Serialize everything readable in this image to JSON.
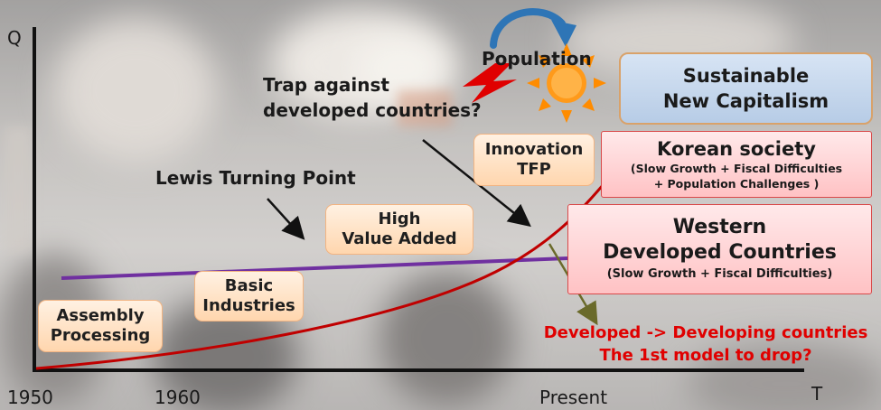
{
  "axes": {
    "y_label": "Q",
    "x_label": "T",
    "x_ticks": [
      "1950",
      "1960",
      "Present"
    ]
  },
  "stages": {
    "assembly": "Assembly\nProcessing",
    "basic": "Basic\nIndustries",
    "high_value": "High\nValue Added",
    "innovation": "Innovation\nTFP"
  },
  "annotations": {
    "lewis": "Lewis Turning Point",
    "trap": "Trap against\ndeveloped countries?",
    "population": "Population",
    "developed_drop": "Developed -> Developing countries\nThe 1st model to drop?"
  },
  "boxes": {
    "sustainable": "Sustainable\nNew Capitalism",
    "korean_title": "Korean society",
    "korean_sub": "(Slow Growth + Fiscal Difficulties\n+ Population Challenges )",
    "western_title": "Western\nDeveloped Countries",
    "western_sub": "(Slow Growth + Fiscal Difficulties)"
  },
  "colors": {
    "korea_curve": "#c00000",
    "developed_line": "#7030a0",
    "warning_text": "#e00000",
    "sun": "#ff8c00",
    "cycle_arrow": "#2e75b6",
    "lightning": "#e00000"
  },
  "icons": [
    "sun-icon",
    "lightning-icon",
    "cycle-arrow-icon"
  ]
}
